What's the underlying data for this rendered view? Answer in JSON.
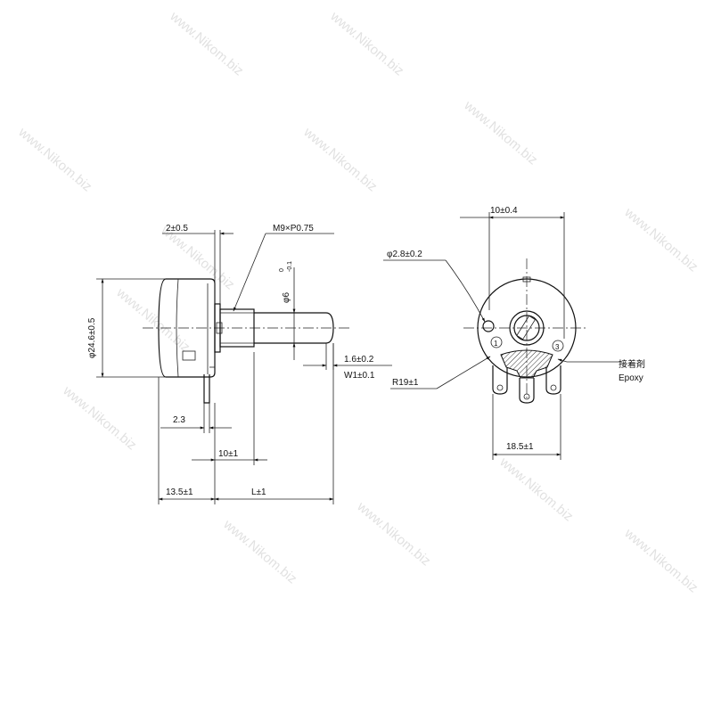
{
  "watermark": "www.Nikom.biz",
  "side_view": {
    "dim_flange": "2±0.5",
    "thread": "M9×P0.75",
    "shaft_dia": "φ6",
    "shaft_tol_upper": "0",
    "shaft_tol_lower": "-0.1",
    "body_dia": "φ24.6±0.5",
    "slot": "1.6±0.2",
    "slot_w": "W1±0.1",
    "terminal_offset": "2.3",
    "bushing_len": "10±1",
    "body_len": "13.5±1",
    "shaft_len": "L±1"
  },
  "front_view": {
    "top_width": "10±0.4",
    "hole_dia": "φ2.8±0.2",
    "radius": "R19±1",
    "adhesive_jp": "接着剤",
    "adhesive_en": "Epoxy",
    "bottom_width": "18.5±1",
    "terminal_1": "1",
    "terminal_3": "3"
  }
}
